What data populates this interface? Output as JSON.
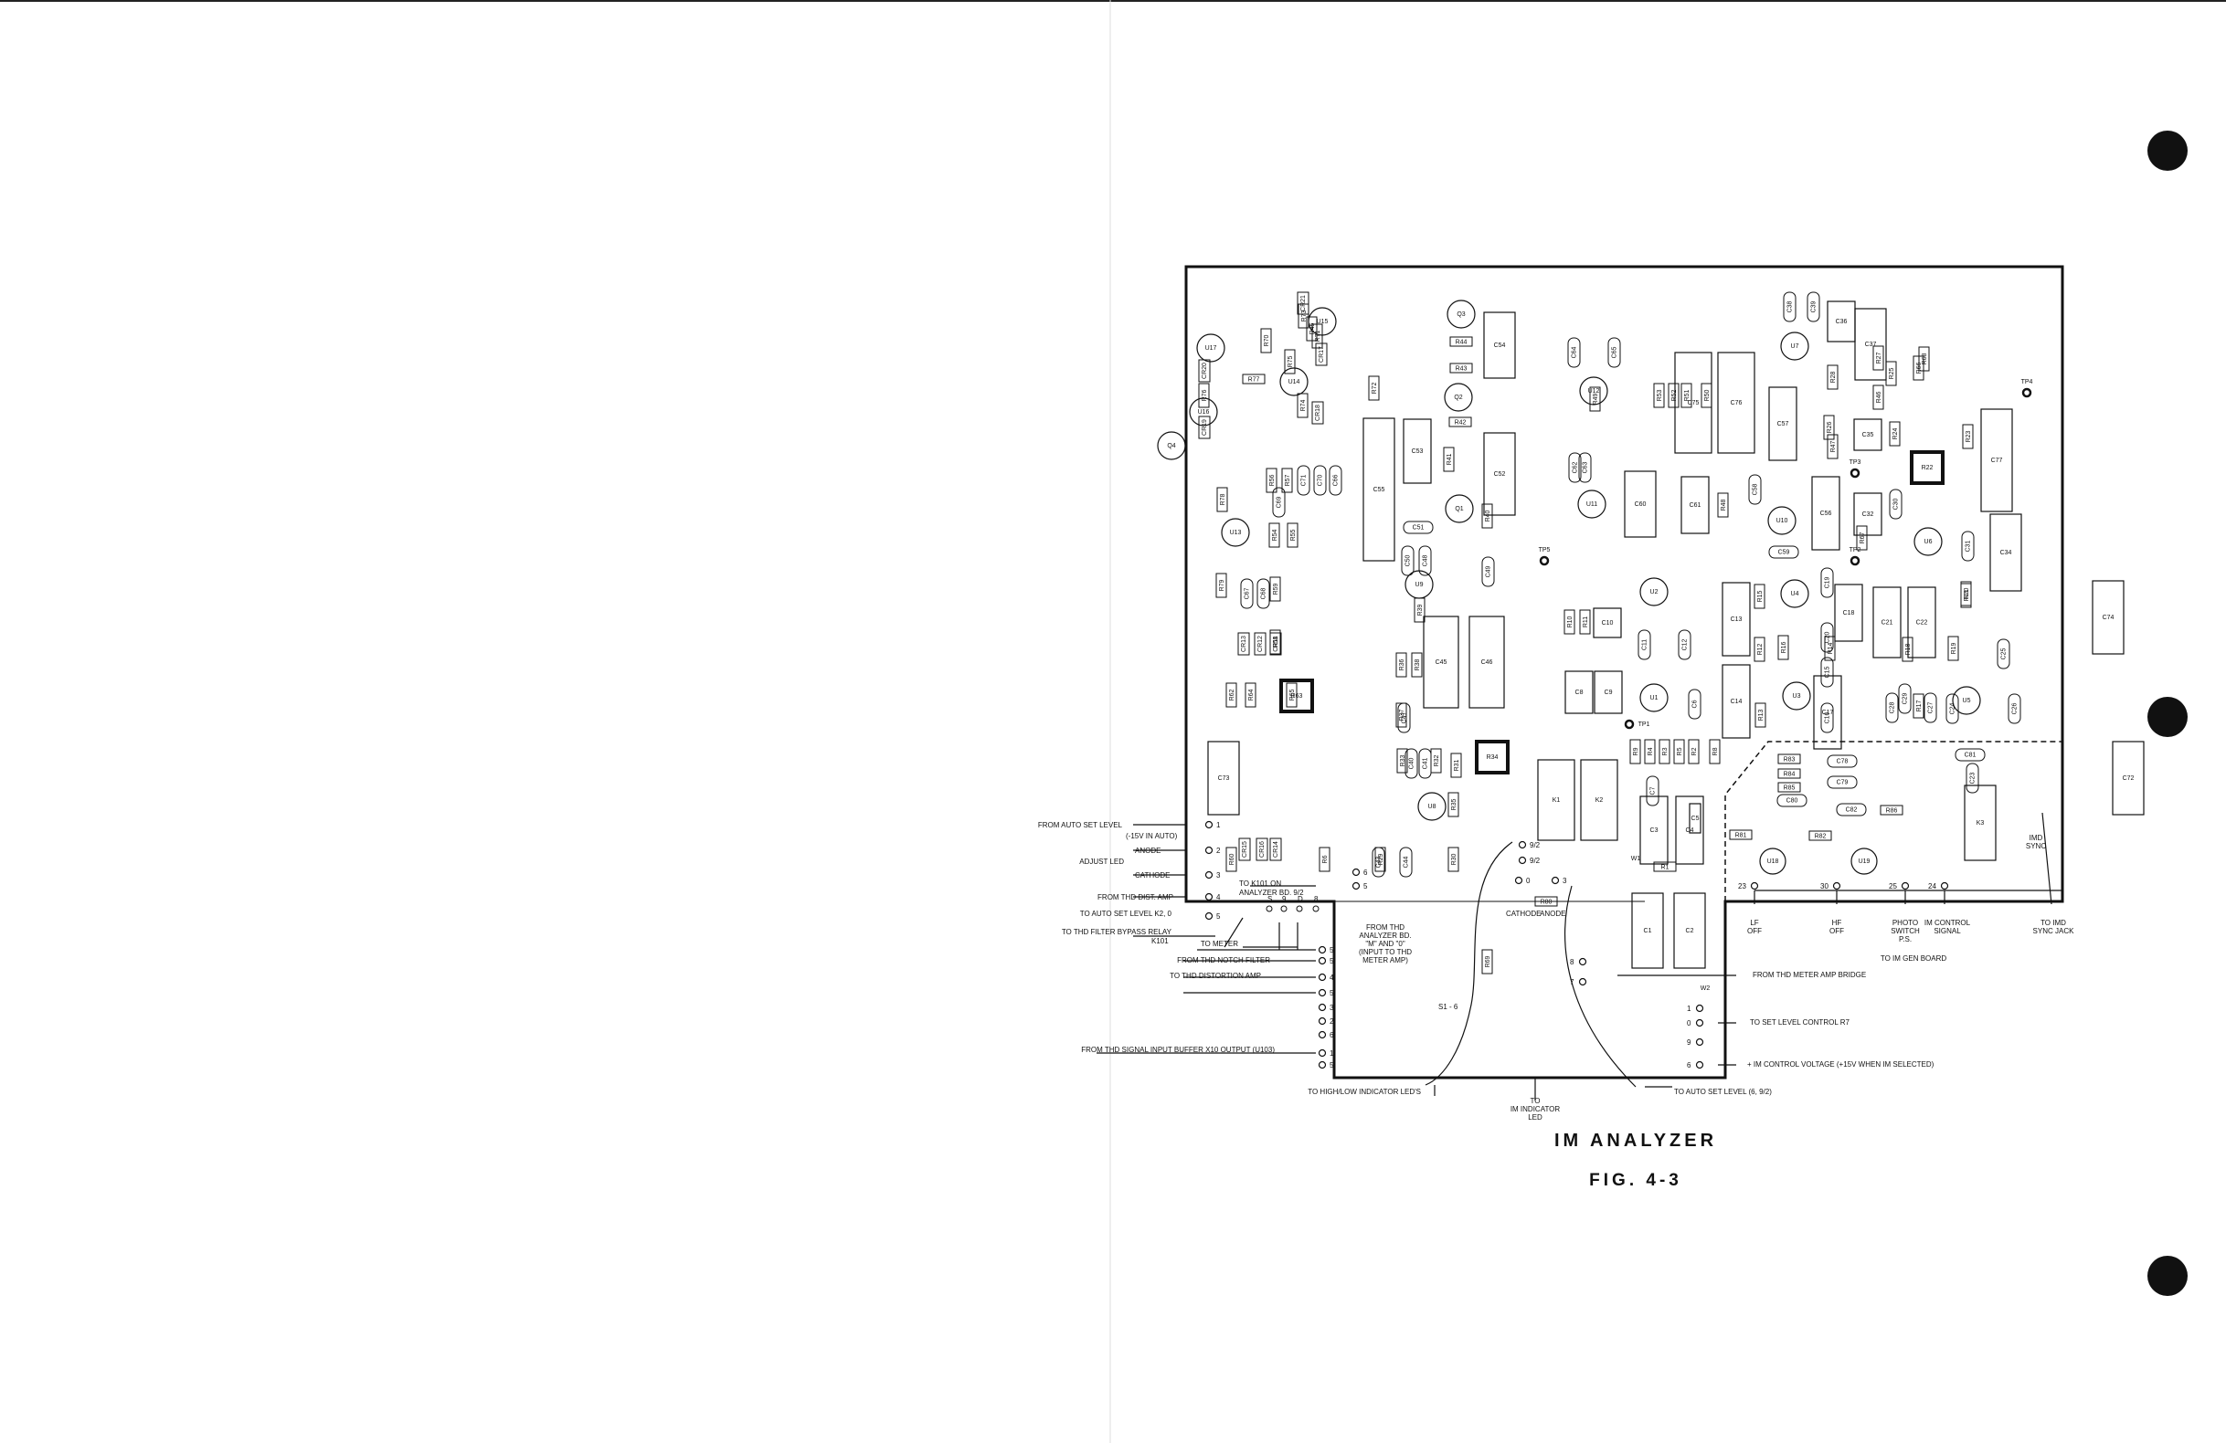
{
  "figure": {
    "title": "IM ANALYZER",
    "fig_number": "FIG. 4-3"
  },
  "components": {
    "resistors": [
      "R77",
      "R76",
      "R78",
      "R79",
      "R56",
      "R57",
      "R54",
      "R55",
      "R59",
      "R58",
      "R62",
      "R64",
      "R65",
      "R63",
      "R60",
      "R6",
      "R73",
      "R72",
      "R75",
      "R74",
      "R71",
      "R42",
      "R43",
      "R44",
      "R41",
      "R40",
      "R39",
      "R36",
      "R38",
      "R37",
      "R33",
      "R34",
      "R32",
      "R35",
      "R29",
      "R30",
      "R31",
      "R28",
      "R27",
      "R26",
      "R25",
      "R24",
      "R23",
      "R22",
      "R21",
      "R20",
      "R19",
      "R18",
      "R17",
      "R16",
      "R15",
      "R14",
      "R13",
      "R12",
      "R11",
      "R10",
      "R9",
      "R8",
      "R5",
      "R4",
      "R3",
      "R2",
      "R1",
      "R80",
      "R81",
      "R82",
      "R83",
      "R84",
      "R85",
      "R86",
      "R69",
      "R47",
      "R48",
      "R46",
      "R45",
      "R53",
      "R52",
      "R51",
      "R50",
      "R49",
      "R66",
      "R67",
      "R68",
      "R70"
    ],
    "capacitors": [
      "C1",
      "C2",
      "C3",
      "C4",
      "C5",
      "C6",
      "C7",
      "C8",
      "C9",
      "C10",
      "C11",
      "C12",
      "C13",
      "C14",
      "C15",
      "C16",
      "C17",
      "C18",
      "C19",
      "C20",
      "C21",
      "C22",
      "C23",
      "C24",
      "C25",
      "C26",
      "C27",
      "C28",
      "C29",
      "C30",
      "C31",
      "C32",
      "C34",
      "C35",
      "C36",
      "C37",
      "C38",
      "C39",
      "C40",
      "C41",
      "C43",
      "C44",
      "C45",
      "C46",
      "C47",
      "C48",
      "C49",
      "C50",
      "C51",
      "C52",
      "C53",
      "C54",
      "C55",
      "C56",
      "C57",
      "C58",
      "C59",
      "C60",
      "C61",
      "C62",
      "C63",
      "C64",
      "C65",
      "C66",
      "C67",
      "C68",
      "C69",
      "C70",
      "C71",
      "C72",
      "C73",
      "C74",
      "C75",
      "C76",
      "C77",
      "C78",
      "C79",
      "C80",
      "C81",
      "C82"
    ],
    "ics": [
      "U1",
      "U2",
      "U3",
      "U4",
      "U5",
      "U6",
      "U7",
      "U8",
      "U9",
      "U10",
      "U11",
      "U12",
      "U13",
      "U14",
      "U15",
      "U16",
      "U17",
      "U18",
      "U19"
    ],
    "transistors": [
      "Q1",
      "Q2",
      "Q3",
      "Q4"
    ],
    "diodes": [
      "CR11",
      "CR12",
      "CR13",
      "CR14",
      "CR15",
      "CR16",
      "CR17",
      "CR18",
      "CR19",
      "CR20",
      "CR21"
    ],
    "relays": [
      "K1",
      "K2",
      "K3"
    ],
    "switch": "S1 - 6",
    "test_points": [
      "TP1",
      "TP2",
      "TP3",
      "TP4",
      "TP5"
    ],
    "jumpers": [
      "W1",
      "W2"
    ]
  },
  "left_labels": {
    "auto_set_level": "FROM AUTO SET LEVEL",
    "auto_set_level_note": "(-15V IN AUTO)",
    "anode": "ANODE",
    "adjust": "ADJUST LED",
    "cathode": "CATHODE",
    "thd_dist_amp": "FROM THD DIST. AMP",
    "auto_set_level_k2": "TO AUTO SET LEVEL K2, 0",
    "thd_filter_relay": "TO THD FILTER BYPASS RELAY",
    "thd_filter_relay_ref": "K101",
    "to_meter": "TO METER",
    "thd_notch": "FROM THD NOTCH FILTER",
    "thd_distortion_amp": "TO THD DISTORTION AMP",
    "thd_signal_input": "FROM THD SIGNAL INPUT BUFFER X10 OUTPUT (U103)",
    "to_k101": "TO K101 ON",
    "to_k101_b": "ANALYZER BD. 9/2"
  },
  "center_labels": {
    "from_thd_analyzer": [
      "FROM THD",
      "ANALYZER BD.",
      "\"M\" AND \"0\"",
      "(INPUT TO THD",
      "METER AMP)"
    ],
    "cathode": "CATHODE",
    "anode": "ANODE",
    "to_im_indicator": [
      "TO",
      "IM INDICATOR",
      "LED"
    ],
    "high_low": "TO HIGH/LOW INDICATOR LED'S",
    "auto_set_level_69": "TO AUTO SET LEVEL (6, 9/2)"
  },
  "right_labels": {
    "thd_meter_amp_bridge": "FROM THD METER AMP BRIDGE",
    "set_level_control": "TO SET LEVEL CONTROL R7",
    "im_control_voltage": "+ IM CONTROL VOLTAGE (+15V WHEN IM SELECTED)",
    "lf_off": [
      "LF",
      "OFF"
    ],
    "hf_off": [
      "HF",
      "OFF"
    ],
    "photo_switch": [
      "PHOTO",
      "SWITCH",
      "P.S."
    ],
    "im_control_signal": [
      "IM CONTROL",
      "SIGNAL"
    ],
    "to_imd_sync": [
      "TO IMD",
      "SYNC JACK"
    ],
    "to_im_gen": "TO IM GEN BOARD",
    "imd_sync": [
      "IMD",
      "SYNC"
    ]
  },
  "pin_numbers": {
    "left_edge": [
      "1",
      "2",
      "3",
      "4",
      "5"
    ],
    "s1_left": [
      "5",
      "5",
      "4",
      "5",
      "3",
      "2",
      "6",
      "1",
      "5"
    ],
    "s1_top": [
      "6",
      "5",
      "9/2",
      "9/2",
      "0",
      "3"
    ],
    "right_pins": [
      "8",
      "7",
      "1",
      "0",
      "9",
      "6"
    ],
    "bottom_pins": [
      "23",
      "30",
      "25",
      "24"
    ],
    "k101_pins": [
      "6",
      "5"
    ],
    "ab_pins": [
      "S",
      "9",
      "D",
      "8"
    ]
  }
}
